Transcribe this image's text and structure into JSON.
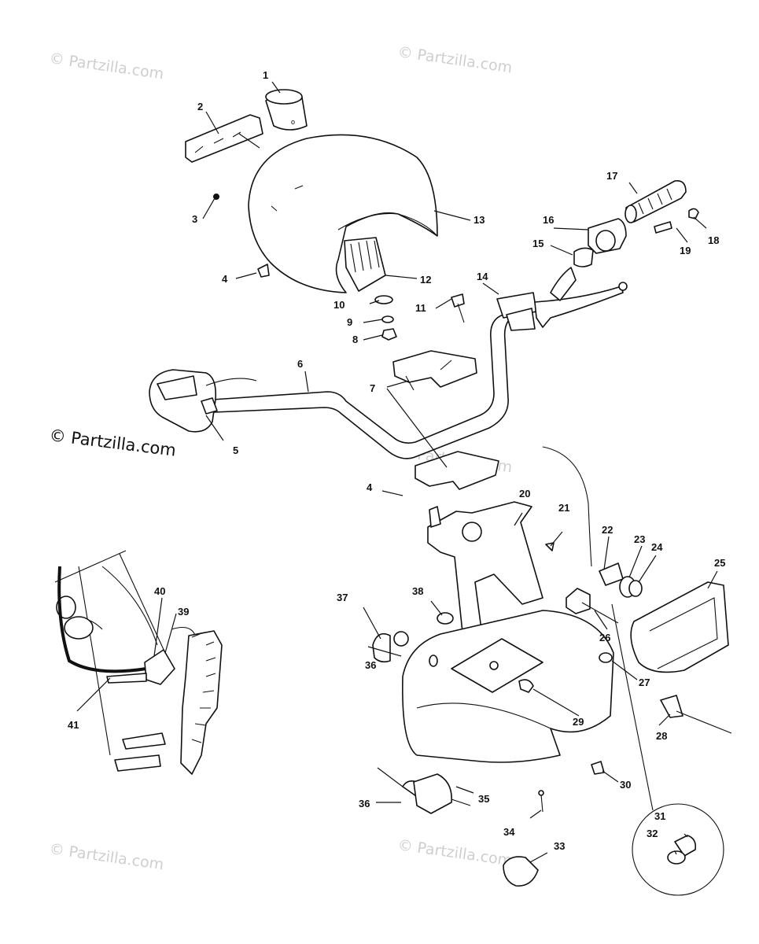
{
  "watermark": {
    "text": "© Partzilla.com",
    "main_text": "© Partzilla.com"
  },
  "parts": {
    "p1": "1",
    "p2": "2",
    "p3": "3",
    "p4a": "4",
    "p4b": "4",
    "p5": "5",
    "p6": "6",
    "p7": "7",
    "p8": "8",
    "p9": "9",
    "p10": "10",
    "p11": "11",
    "p12": "12",
    "p13": "13",
    "p14": "14",
    "p15": "15",
    "p16": "16",
    "p17": "17",
    "p18": "18",
    "p19": "19",
    "p20": "20",
    "p21": "21",
    "p22": "22",
    "p23": "23",
    "p24": "24",
    "p25": "25",
    "p26": "26",
    "p27": "27",
    "p28": "28",
    "p29": "29",
    "p30": "30",
    "p31": "31",
    "p32": "32",
    "p33": "33",
    "p34": "34",
    "p35": "35",
    "p36a": "36",
    "p36b": "36",
    "p37": "37",
    "p38": "38",
    "p39": "39",
    "p40": "40",
    "p41": "41"
  }
}
